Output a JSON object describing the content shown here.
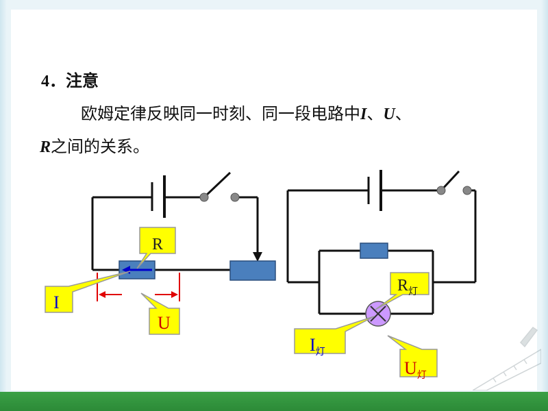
{
  "note": {
    "number": "4",
    "separator": "．",
    "heading": "注意"
  },
  "paragraph": {
    "line1_prefix": "欧姆定律反映同一时刻、同一段电路中",
    "var_i": "I",
    "sep1": "、",
    "var_u": "U",
    "sep2": "、",
    "var_r": "R",
    "line2_suffix": "之间的关系。"
  },
  "circuit_left": {
    "label_r": "R",
    "label_i": "I",
    "label_u": "U"
  },
  "circuit_right": {
    "label_r_main": "R",
    "label_r_sub": "灯",
    "label_i_main": "I",
    "label_i_sub": "灯",
    "label_u_main": "U",
    "label_u_sub": "灯"
  },
  "colors": {
    "resistor_fill": "#4a7fbd",
    "callout_fill": "#ffff00",
    "callout_stroke": "#999999",
    "arrow_red": "#e00000",
    "arrow_blue": "#0000cc",
    "lamp_fill": "#cc99ff",
    "label_blue": "#0000cc",
    "label_red": "#cc0000",
    "band_green": "#2c8a37"
  }
}
